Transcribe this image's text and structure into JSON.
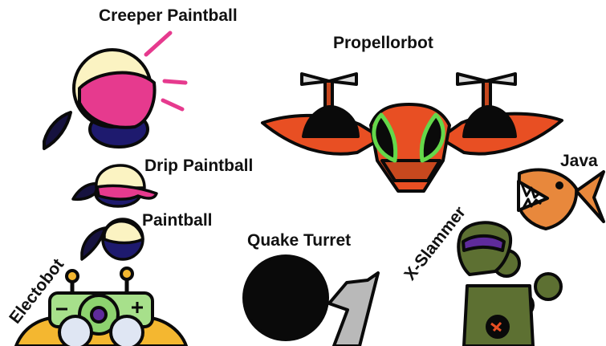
{
  "labels": {
    "creeper_paintball": "Creeper Paintball",
    "propellorbot": "Propellorbot",
    "drip_paintball": "Drip Paintball",
    "paintball": "Paintball",
    "quake_turret": "Quake Turret",
    "java": "Java",
    "x_slammer": "X-Slammer",
    "electobot": "Electobot"
  },
  "colors": {
    "outline": "#0a0a0a",
    "navy": "#1e1a6e",
    "cream": "#fbf3c2",
    "pink": "#e63a8e",
    "orange_red": "#e84f23",
    "rust": "#c7481e",
    "lime": "#64d84a",
    "java_orange": "#e8883c",
    "army_green": "#5d7032",
    "mint": "#a7e08b",
    "gold": "#f4b730",
    "purple": "#5f2b9b",
    "gray": "#b9b9b9"
  }
}
